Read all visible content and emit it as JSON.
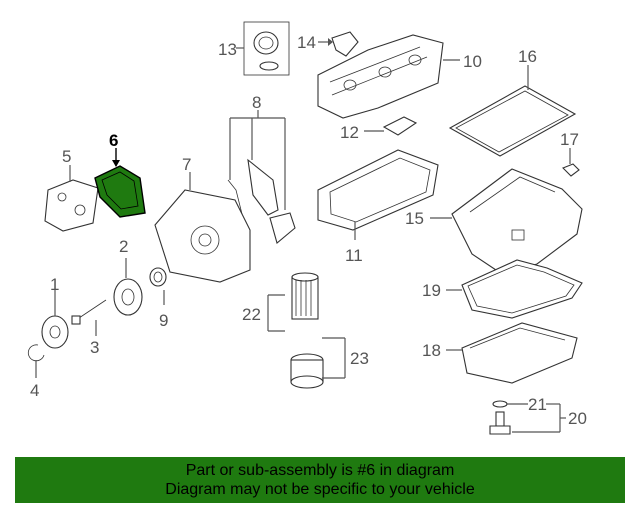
{
  "highlight_color": "#1f7a10",
  "banner": {
    "line1": "Part or sub-assembly is #6 in diagram",
    "line2": "Diagram may not be specific to your vehicle"
  },
  "callouts": {
    "c1": "1",
    "c2": "2",
    "c3": "3",
    "c4": "4",
    "c5": "5",
    "c6": "6",
    "c7": "7",
    "c8": "8",
    "c9": "9",
    "c10": "10",
    "c11": "11",
    "c12": "12",
    "c13": "13",
    "c14": "14",
    "c15": "15",
    "c16": "16",
    "c17": "17",
    "c18": "18",
    "c19": "19",
    "c20": "20",
    "c21": "21",
    "c22": "22",
    "c23": "23"
  }
}
